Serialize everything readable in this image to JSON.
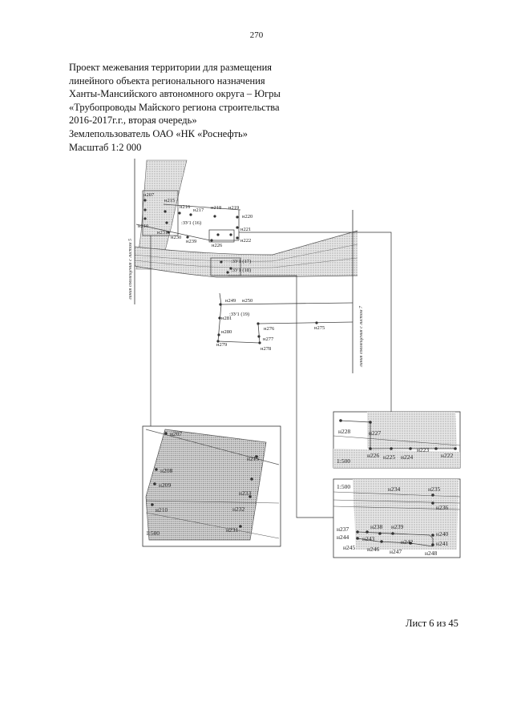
{
  "page": {
    "number": "270",
    "title_lines": [
      "Проект межевания территории для размещения",
      "линейного объекта регионального назначения",
      "Ханты-Мансийского автономного округа – Югры",
      "«Трубопроводы Майского региона строительства",
      "2016-2017г.г., вторая очередь»",
      "Землепользователь ОАО «НК «Роснефть»",
      "Масштаб 1:2 000"
    ],
    "sheet_label": "Лист 6 из 45"
  },
  "main_map": {
    "points": [
      "н207",
      "н215",
      "н216",
      "н217",
      "н218",
      "н219",
      "н220",
      "н210",
      "н231",
      "н230",
      "н239",
      "н221",
      "н222",
      "н226",
      "н249",
      "н250",
      "н281",
      "н280",
      "н279",
      "н276",
      "н277",
      "н278",
      "н275"
    ],
    "parcels": [
      ":ЗУ1 (16)",
      ":ЗУ1 (17)",
      ":ЗУ1 (18)",
      ":ЗУ1 (19)"
    ],
    "junction_lines": [
      "линия совмещения с листом 5",
      "линия совмещения с листом 7"
    ]
  },
  "inset_left": {
    "scale": "1:500",
    "points": [
      "н207",
      "н215",
      "н208",
      "н209",
      "н210",
      "н232",
      "н233",
      "н231"
    ]
  },
  "inset_top_right": {
    "scale": "1:500",
    "points": [
      "н228",
      "н227",
      "н226",
      "н225",
      "н224",
      "н223",
      "н222"
    ]
  },
  "inset_bottom_right": {
    "scale": "1:500",
    "points": [
      "н234",
      "н235",
      "н236",
      "н237",
      "н238",
      "н239",
      "н240",
      "н241",
      "н242",
      "н243",
      "н244",
      "н245",
      "н246",
      "н247",
      "н248"
    ]
  }
}
